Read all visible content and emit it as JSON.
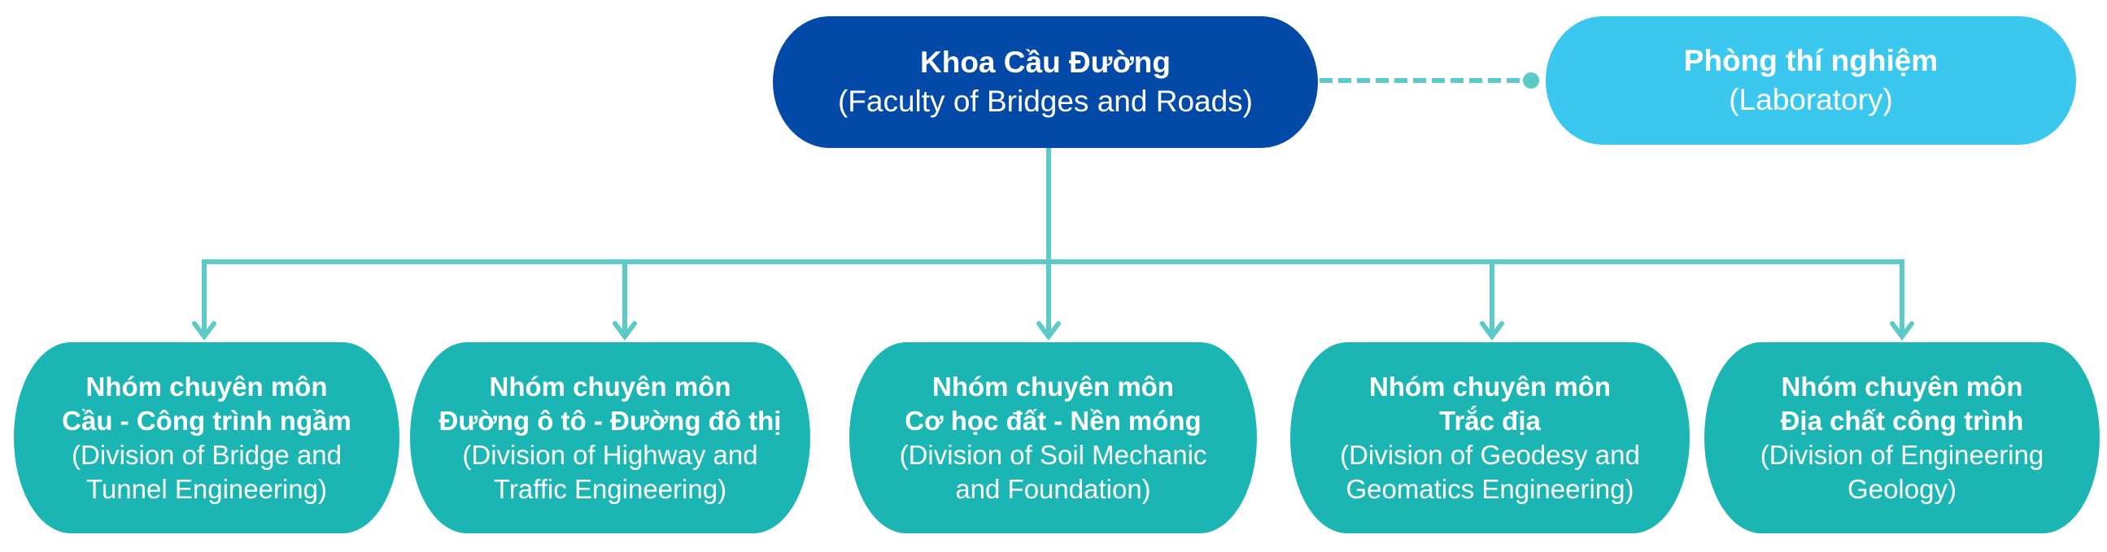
{
  "colors": {
    "faculty": "#034aa8",
    "laboratory": "#3ac8ef",
    "division": "#1bb5b3",
    "connector": "#5ccbc8"
  },
  "faculty": {
    "title": "Khoa Cầu Đường",
    "subtitle": "(Faculty of Bridges and Roads)"
  },
  "laboratory": {
    "title": "Phòng thí nghiệm",
    "subtitle": "(Laboratory)"
  },
  "divisions": [
    {
      "line1": "Nhóm chuyên môn",
      "line2": "Cầu - Công trình ngầm",
      "en1": "(Division of Bridge and",
      "en2": "Tunnel Engineering)"
    },
    {
      "line1": "Nhóm chuyên môn",
      "line2": "Đường ô tô - Đường đô thị",
      "en1": "(Division of Highway and",
      "en2": "Traffic Engineering)"
    },
    {
      "line1": "Nhóm chuyên môn",
      "line2": "Cơ học đất - Nền móng",
      "en1": "(Division of Soil Mechanic",
      "en2": "and Foundation)"
    },
    {
      "line1": "Nhóm chuyên môn",
      "line2": "Trắc địa",
      "en1": "(Division of Geodesy and",
      "en2": "Geomatics Engineering)"
    },
    {
      "line1": "Nhóm chuyên môn",
      "line2": "Địa chất công trình",
      "en1": "(Division of Engineering",
      "en2": "Geology)"
    }
  ]
}
